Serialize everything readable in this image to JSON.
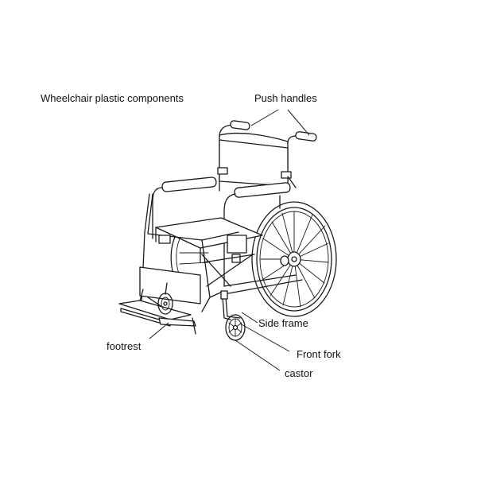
{
  "diagram": {
    "title": "Wheelchair plastic components",
    "labels": {
      "push_handles": "Push handles",
      "side_frame": "Side frame",
      "footrest": "footrest",
      "front_fork": "Front fork",
      "castor": "castor"
    }
  }
}
